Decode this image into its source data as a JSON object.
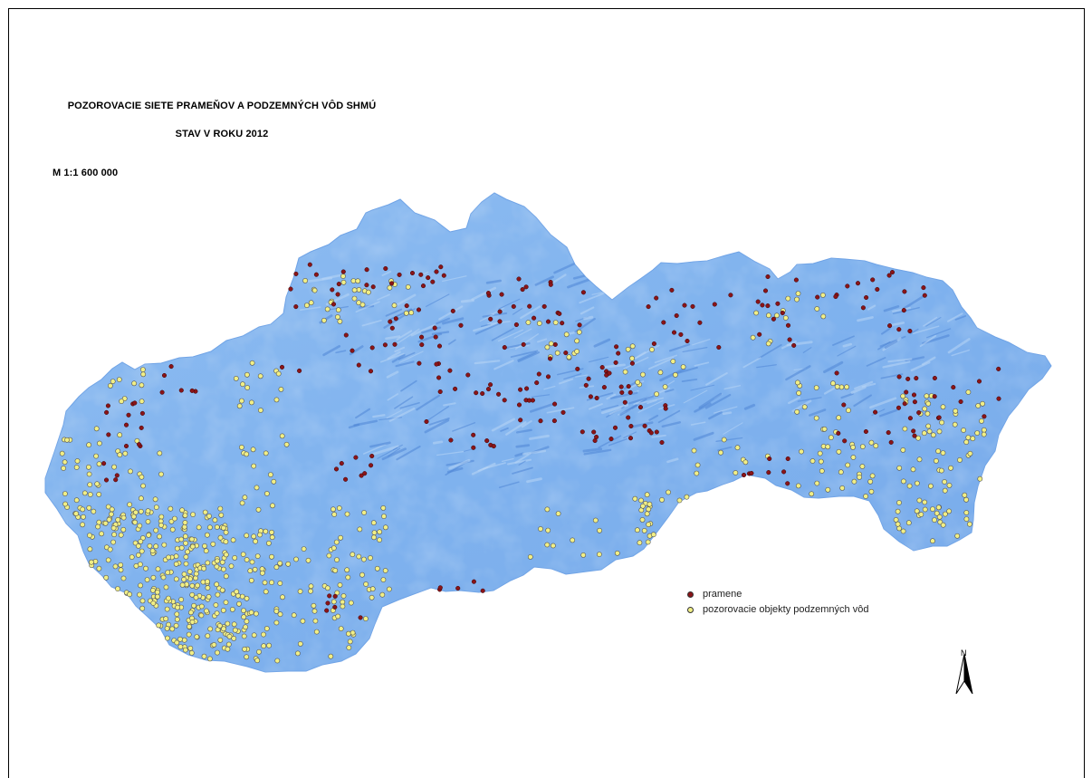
{
  "title_line1": "POZOROVACIE SIETE PRAMEŇOV A PODZEMNÝCH VÔD SHMÚ",
  "title_line2": "STAV V ROKU 2012",
  "scale": "M   1:1 600 000",
  "north_label": "N",
  "colors": {
    "land": "#7fb2ee",
    "land_highlight": "#b9d6f6",
    "land_shadow": "#4f86d6",
    "spring": "#8a1418",
    "observation": "#f1ef86"
  },
  "legend": {
    "springs": "pramene",
    "observation": "pozorovacie objekty podzemných vôd"
  },
  "icons": {
    "spring_marker": "dark-red-circle",
    "observation_marker": "yellow-circle",
    "north": "north-arrow-icon"
  }
}
